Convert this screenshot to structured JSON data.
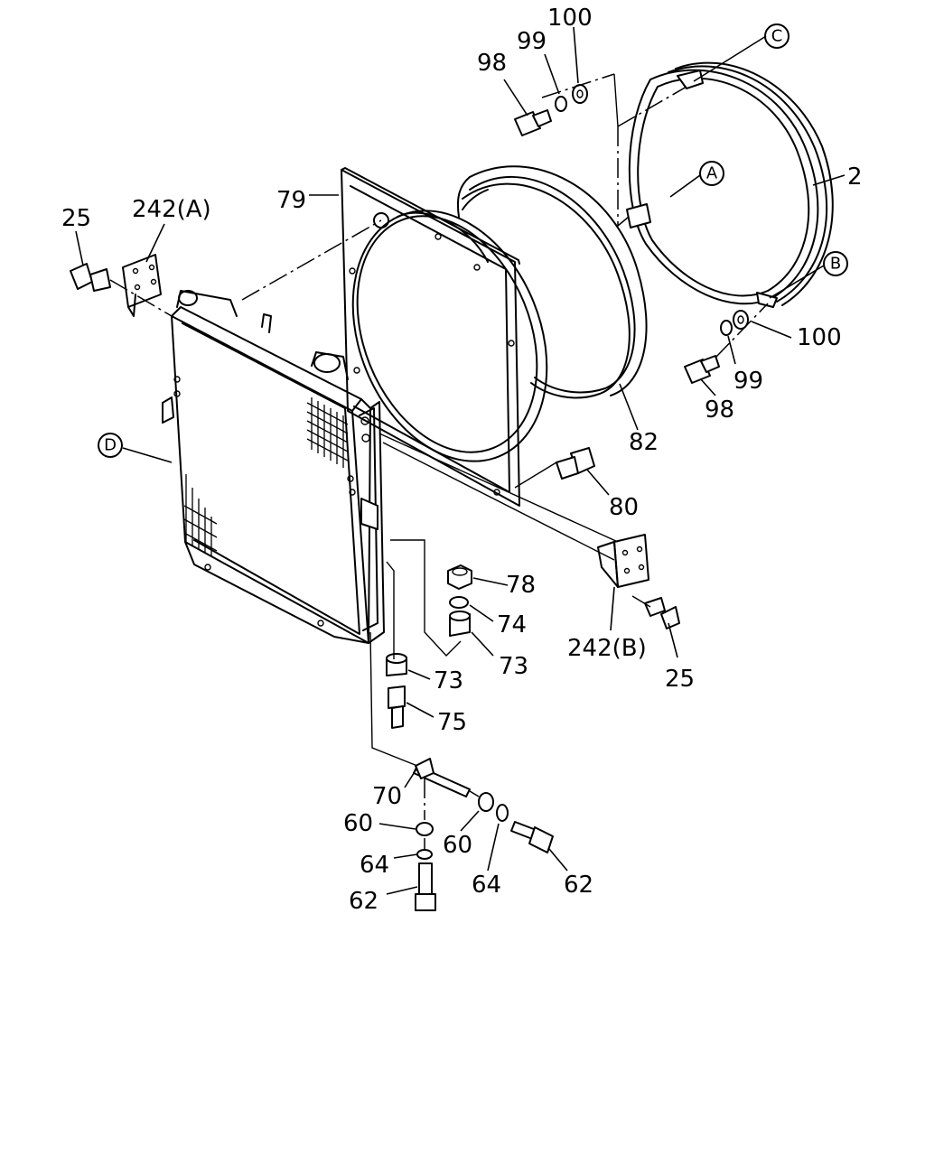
{
  "labels": {
    "p100_top": "100",
    "p99_top": "99",
    "p98_top": "98",
    "p2": "2",
    "p79": "79",
    "p25_left": "25",
    "p242a": "242(A)",
    "p100_right": "100",
    "p99_right": "99",
    "p98_right": "98",
    "p82": "82",
    "p80": "80",
    "p78": "78",
    "p74": "74",
    "p73_a": "73",
    "p73_b": "73",
    "p242b": "242(B)",
    "p25_right": "25",
    "p75": "75",
    "p70": "70",
    "p60_left": "60",
    "p60_right": "60",
    "p64_left": "64",
    "p64_right": "64",
    "p62_left": "62",
    "p62_right": "62"
  },
  "callouts": {
    "a": "A",
    "b": "B",
    "c": "C",
    "d": "D"
  }
}
